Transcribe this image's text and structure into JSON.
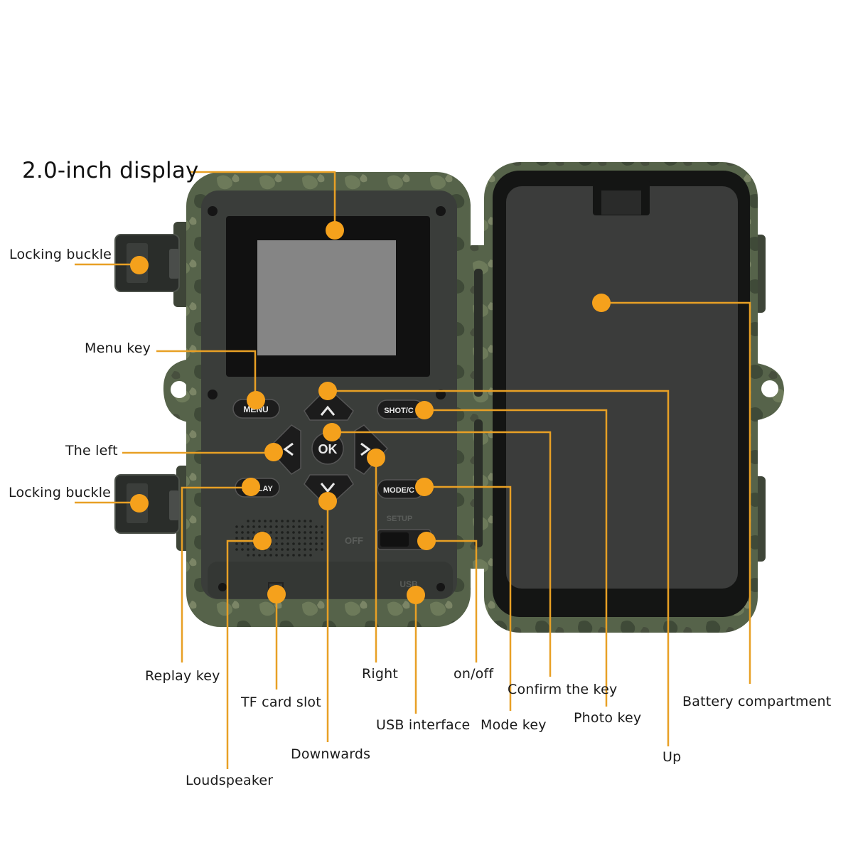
{
  "colors": {
    "callout": "#f5a11c",
    "leader": "#e8a025",
    "camo_body": "#4f5c45",
    "panel": "#3c3f3c",
    "screen": "#858585"
  },
  "labels": {
    "display": "2.0-inch display",
    "locking_buckle_top": "Locking buckle",
    "locking_buckle_bottom": "Locking buckle",
    "menu_key": "Menu key",
    "the_left": "The left",
    "replay_key": "Replay key",
    "tf_card_slot": "TF card slot",
    "loudspeaker": "Loudspeaker",
    "downwards": "Downwards",
    "right": "Right",
    "usb_interface": "USB interface",
    "on_off": "on/off",
    "mode_key": "Mode key",
    "confirm_key": "Confirm the key",
    "photo_key": "Photo key",
    "up": "Up",
    "battery_compartment": "Battery compartment"
  },
  "device_text": {
    "menu": "MENU",
    "ok": "OK",
    "shot": "SHOT/C",
    "replay": "REPLAY",
    "mode": "MODE/C",
    "setup": "SETUP",
    "off": "OFF",
    "usb": "USB"
  }
}
